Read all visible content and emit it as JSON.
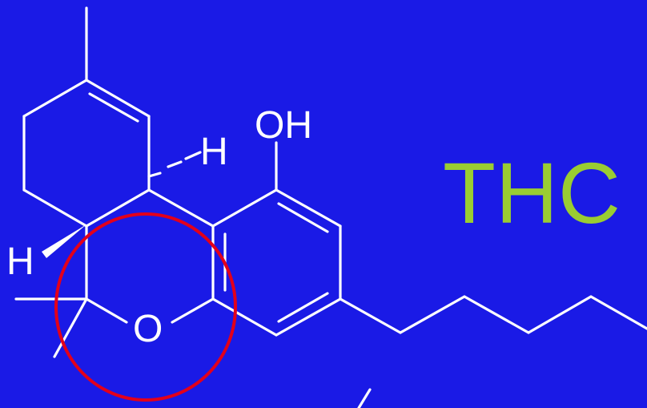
{
  "molecule": {
    "name": "THC",
    "labels": {
      "hydroxyl": "OH",
      "hydrogen_top": "H",
      "hydrogen_left": "H",
      "ring_oxygen": "O"
    }
  },
  "colors": {
    "background": "#1a1ae6",
    "bonds": "#ffffff",
    "labels": "#ffffff",
    "title": "#9acd32",
    "highlight": "#e3001b"
  }
}
